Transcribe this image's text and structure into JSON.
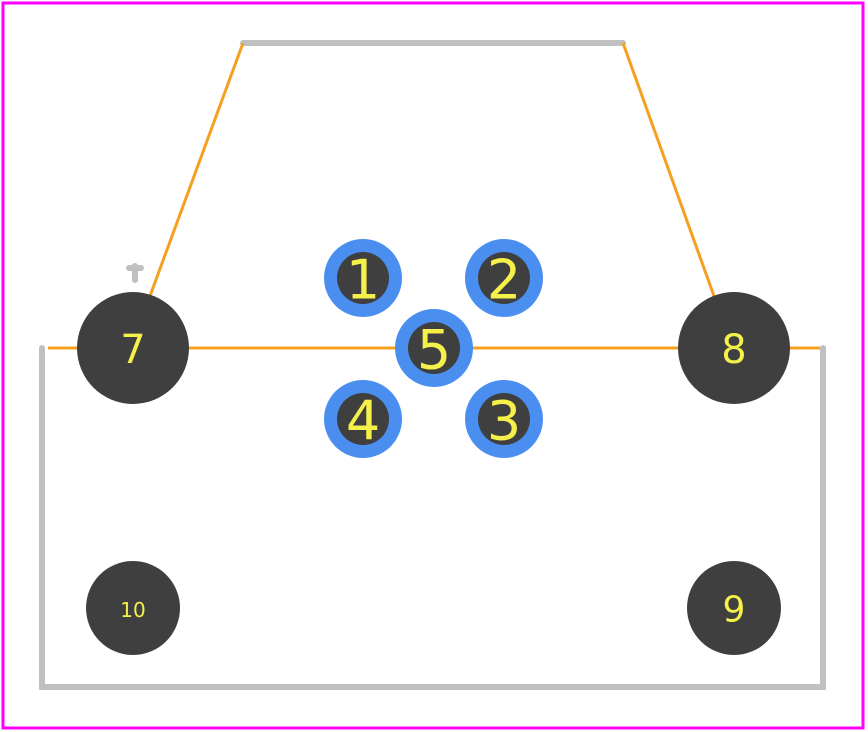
{
  "colors": {
    "border": "#ff00ff",
    "outline": "#c0c0c0",
    "courtyard": "#f5a020",
    "pad": "#3f3f3f",
    "ring": "#4a8ff0",
    "label": "#f5f04a"
  },
  "pads": [
    {
      "label": "1",
      "type": "small"
    },
    {
      "label": "2",
      "type": "small"
    },
    {
      "label": "5",
      "type": "small"
    },
    {
      "label": "4",
      "type": "small"
    },
    {
      "label": "3",
      "type": "small"
    },
    {
      "label": "7",
      "type": "large"
    },
    {
      "label": "8",
      "type": "large"
    },
    {
      "label": "10",
      "type": "medium"
    },
    {
      "label": "9",
      "type": "medium"
    }
  ]
}
